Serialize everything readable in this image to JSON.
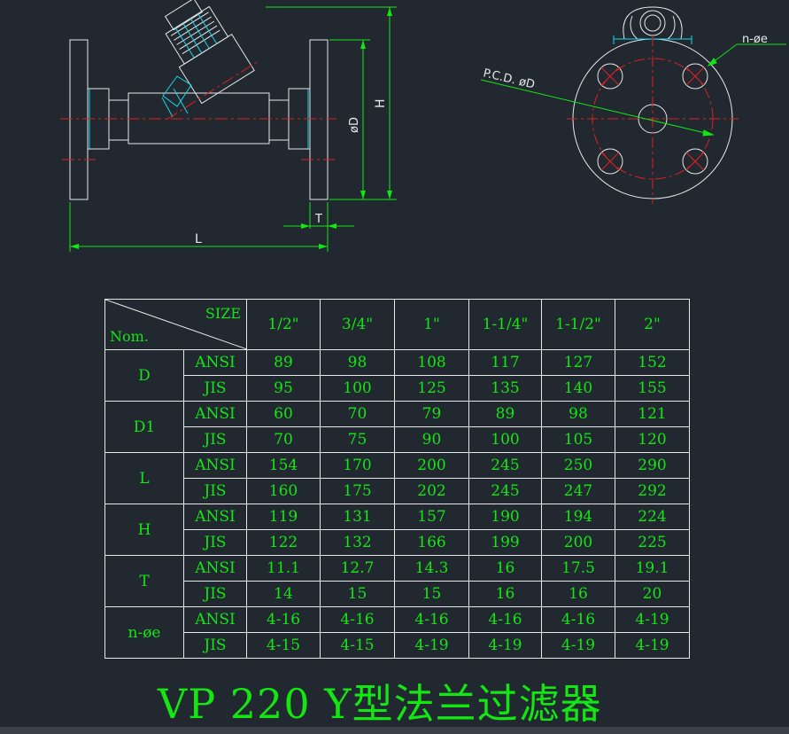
{
  "drawing": {
    "dim_L": "L",
    "dim_T": "T",
    "dim_D": "øD",
    "dim_H": "H",
    "pcd_label": "P.C.D. øD",
    "bolt_label": "n-øe"
  },
  "table": {
    "header_size": "SIZE",
    "header_nom": "Nom.",
    "sizes": [
      "1/2\"",
      "3/4\"",
      "1\"",
      "1-1/4\"",
      "1-1/2\"",
      "2\""
    ],
    "groups": [
      {
        "name": "D",
        "rows": [
          {
            "std": "ANSI",
            "values": [
              "89",
              "98",
              "108",
              "117",
              "127",
              "152"
            ]
          },
          {
            "std": "JIS",
            "values": [
              "95",
              "100",
              "125",
              "135",
              "140",
              "155"
            ]
          }
        ]
      },
      {
        "name": "D1",
        "rows": [
          {
            "std": "ANSI",
            "values": [
              "60",
              "70",
              "79",
              "89",
              "98",
              "121"
            ]
          },
          {
            "std": "JIS",
            "values": [
              "70",
              "75",
              "90",
              "100",
              "105",
              "120"
            ]
          }
        ]
      },
      {
        "name": "L",
        "rows": [
          {
            "std": "ANSI",
            "values": [
              "154",
              "170",
              "200",
              "245",
              "250",
              "290"
            ]
          },
          {
            "std": "JIS",
            "values": [
              "160",
              "175",
              "202",
              "245",
              "247",
              "292"
            ]
          }
        ]
      },
      {
        "name": "H",
        "rows": [
          {
            "std": "ANSI",
            "values": [
              "119",
              "131",
              "157",
              "190",
              "194",
              "224"
            ]
          },
          {
            "std": "JIS",
            "values": [
              "122",
              "132",
              "166",
              "199",
              "200",
              "225"
            ]
          }
        ]
      },
      {
        "name": "T",
        "rows": [
          {
            "std": "ANSI",
            "values": [
              "11.1",
              "12.7",
              "14.3",
              "16",
              "17.5",
              "19.1"
            ]
          },
          {
            "std": "JIS",
            "values": [
              "14",
              "15",
              "15",
              "16",
              "16",
              "20"
            ]
          }
        ]
      },
      {
        "name": "n-øe",
        "rows": [
          {
            "std": "ANSI",
            "values": [
              "4-16",
              "4-16",
              "4-16",
              "4-16",
              "4-16",
              "4-19"
            ]
          },
          {
            "std": "JIS",
            "values": [
              "4-15",
              "4-15",
              "4-19",
              "4-19",
              "4-19",
              "4-19"
            ]
          }
        ]
      }
    ]
  },
  "title": "VP 220 Y型法兰过滤器",
  "colors": {
    "background": "#212830",
    "line": "#e8e8e8",
    "text": "#14e614",
    "centerline": "#e02020",
    "hidden": "#18d8e8"
  }
}
